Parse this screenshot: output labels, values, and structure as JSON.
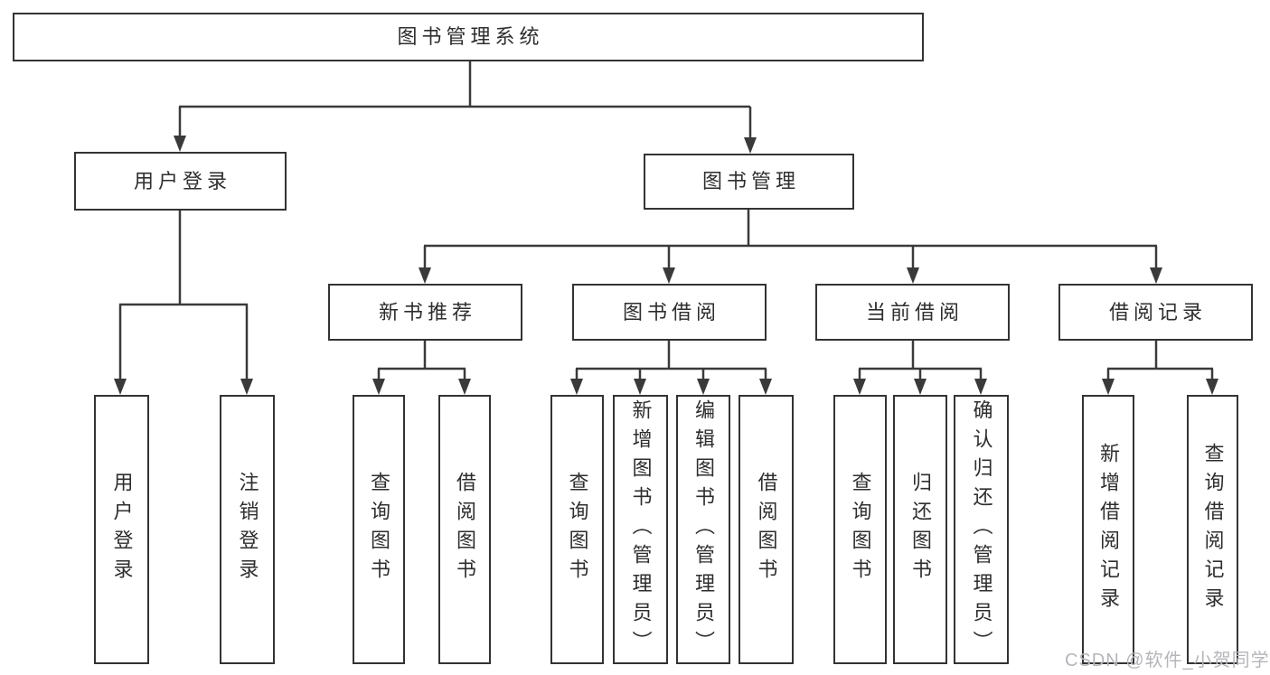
{
  "diagram": {
    "root": {
      "label": "图书管理系统"
    },
    "level2": [
      {
        "label": "用户登录"
      },
      {
        "label": "图书管理"
      }
    ],
    "level3": [
      {
        "label": "新书推荐"
      },
      {
        "label": "图书借阅"
      },
      {
        "label": "当前借阅"
      },
      {
        "label": "借阅记录"
      }
    ],
    "leaves": [
      {
        "label": "用户登录"
      },
      {
        "label": "注销登录"
      },
      {
        "label": "查询图书"
      },
      {
        "label": "借阅图书"
      },
      {
        "label": "查询图书"
      },
      {
        "label": "新增图书（管理员）"
      },
      {
        "label": "编辑图书（管理员）"
      },
      {
        "label": "借阅图书"
      },
      {
        "label": "查询图书"
      },
      {
        "label": "归还图书"
      },
      {
        "label": "确认归还（管理员）"
      },
      {
        "label": "新增借阅记录"
      },
      {
        "label": "查询借阅记录"
      }
    ],
    "colors": {
      "line": "#3a3a3a",
      "box_border": "#333333",
      "box_fill": "#ffffff",
      "text": "#2e2e2e"
    }
  },
  "watermark": {
    "text": "CSDN @软件_小贺同学",
    "color": "#b5b5ba"
  }
}
